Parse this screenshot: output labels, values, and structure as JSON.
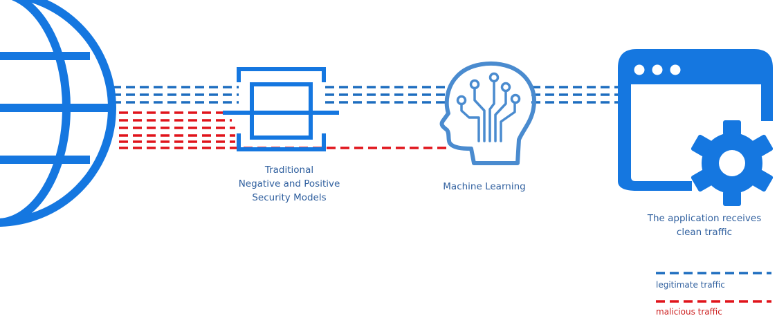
{
  "labels": {
    "filter": [
      "Traditional",
      "Negative and Positive",
      "Security Models"
    ],
    "ml": "Machine Learning",
    "app": [
      "The application receives",
      "clean traffic"
    ]
  },
  "legend": {
    "legitimate": "legitimate traffic",
    "malicious": "malicious traffic"
  },
  "colors": {
    "icon_blue": "#1577e0",
    "line_blue": "#1d6dbf",
    "line_red": "#e0141b",
    "ml_blue": "#4a8bcf",
    "text_blue": "#2f5f9e",
    "text_red": "#cc1f1f"
  },
  "icons": [
    "globe-icon",
    "firewall-filter-icon",
    "machine-learning-head-icon",
    "application-window-gear-icon"
  ]
}
